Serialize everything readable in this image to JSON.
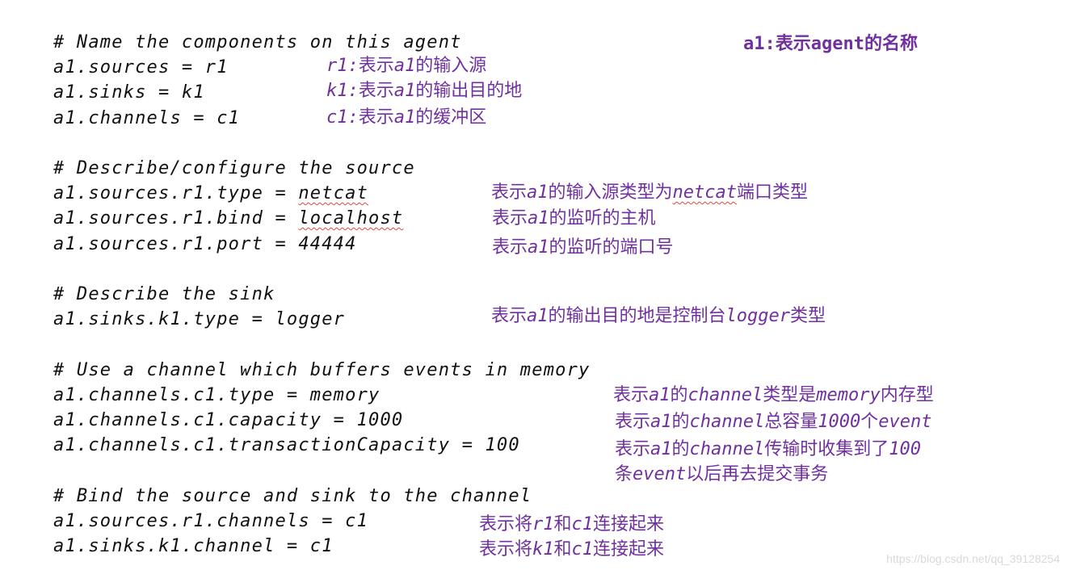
{
  "agent_note": "a1:表示agent的名称",
  "code_lines": [
    "# Name the components on this agent",
    "a1.sources = r1",
    "a1.sinks = k1",
    "a1.channels = c1",
    "# Describe/configure the source",
    "a1.sources.r1.type = ",
    "netcat",
    "a1.sources.r1.bind = ",
    "localhost",
    "a1.sources.r1.port = 44444",
    "# Describe the sink",
    "a1.sinks.k1.type = logger",
    "# Use a channel which buffers events in memory",
    "a1.channels.c1.type = memory",
    "a1.channels.c1.capacity = 1000",
    "a1.channels.c1.transactionCapacity = 100",
    "# Bind the source and sink to the channel",
    "a1.sources.r1.channels = c1",
    "a1.sinks.k1.channel = c1"
  ],
  "notes": {
    "sources": {
      "a": "r1:",
      "b": "表示",
      "c": "a1",
      "d": "的输入源"
    },
    "sinks": {
      "a": "k1:",
      "b": "表示",
      "c": "a1",
      "d": "的输出目的地"
    },
    "channels": {
      "a": "c1:",
      "b": "表示",
      "c": "a1",
      "d": "的缓冲区"
    },
    "type": {
      "a": "表示",
      "b": "a1",
      "c": "的输入源类型为",
      "d": "netcat",
      "e": "端口类型"
    },
    "bind": {
      "a": "表示",
      "b": "a1",
      "c": "的监听的主机"
    },
    "port": {
      "a": "表示",
      "b": "a1",
      "c": "的监听的端口号"
    },
    "sink_type": {
      "a": "表示",
      "b": "a1",
      "c": "的输出目的地是控制台",
      "d": "logger",
      "e": "类型"
    },
    "ch_type": {
      "a": "表示",
      "b": "a1",
      "c": "的",
      "d": "channel",
      "e": "类型是",
      "f": "memory",
      "g": "内存型"
    },
    "ch_capacity": {
      "a": "表示",
      "b": "a1",
      "c": "的",
      "d": "channel",
      "e": "总容量",
      "f": "1000",
      "g": "个",
      "h": "event"
    },
    "ch_trans": {
      "a": "表示",
      "b": "a1",
      "c": "的",
      "d": "channel",
      "e": "传输时收集到了",
      "f": "100"
    },
    "ch_trans2": {
      "a": "条",
      "b": "event",
      "c": "以后再去提交事务"
    },
    "bind_r1": {
      "a": "表示将",
      "b": "r1",
      "c": "和",
      "d": "c1",
      "e": "连接起来"
    },
    "bind_k1": {
      "a": "表示将",
      "b": "k1",
      "c": "和",
      "d": "c1",
      "e": "连接起来"
    }
  },
  "watermark": "https://blog.csdn.net/qq_39128254",
  "colors": {
    "code": "#111111",
    "note": "#7030a0",
    "spellcheck": "#e0483c",
    "watermark": "#d9d9d9"
  }
}
